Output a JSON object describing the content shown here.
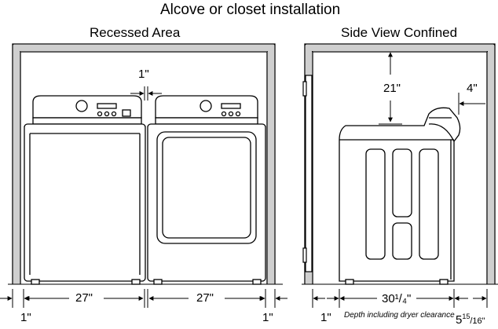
{
  "title": "Alcove or closet installation",
  "left_panel": {
    "heading": "Recessed Area",
    "gap_between": "1\"",
    "washer_width": "27\"",
    "dryer_width": "27\"",
    "left_clearance": "1\"",
    "right_clearance": "1\""
  },
  "right_panel": {
    "heading": "Side View Confined",
    "top_clearance": "21\"",
    "rear_clearance": "4\"",
    "front_clearance": "1\"",
    "depth": "30¹/₄\"",
    "depth_note": "Depth including dryer clearance",
    "door_clearance_whole": "5",
    "door_clearance_frac": "15",
    "door_clearance_den": "/16\""
  },
  "icons": [
    "washer-icon",
    "dryer-icon",
    "side-dryer-icon",
    "closet-door-icon"
  ]
}
